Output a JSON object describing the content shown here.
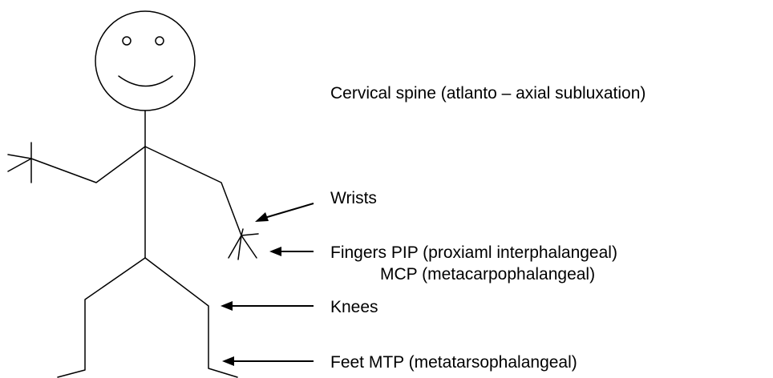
{
  "colors": {
    "ink": "#000000",
    "background": "#ffffff"
  },
  "labels": {
    "cervical": "Cervical spine (atlanto – axial subluxation)",
    "wrists": "Wrists",
    "fingers": "Fingers PIP (proxiaml interphalangeal)",
    "fingers_mcp": "MCP (metacarpophalangeal)",
    "knees": "Knees",
    "feet": "Feet  MTP (metatarsophalangeal)"
  }
}
